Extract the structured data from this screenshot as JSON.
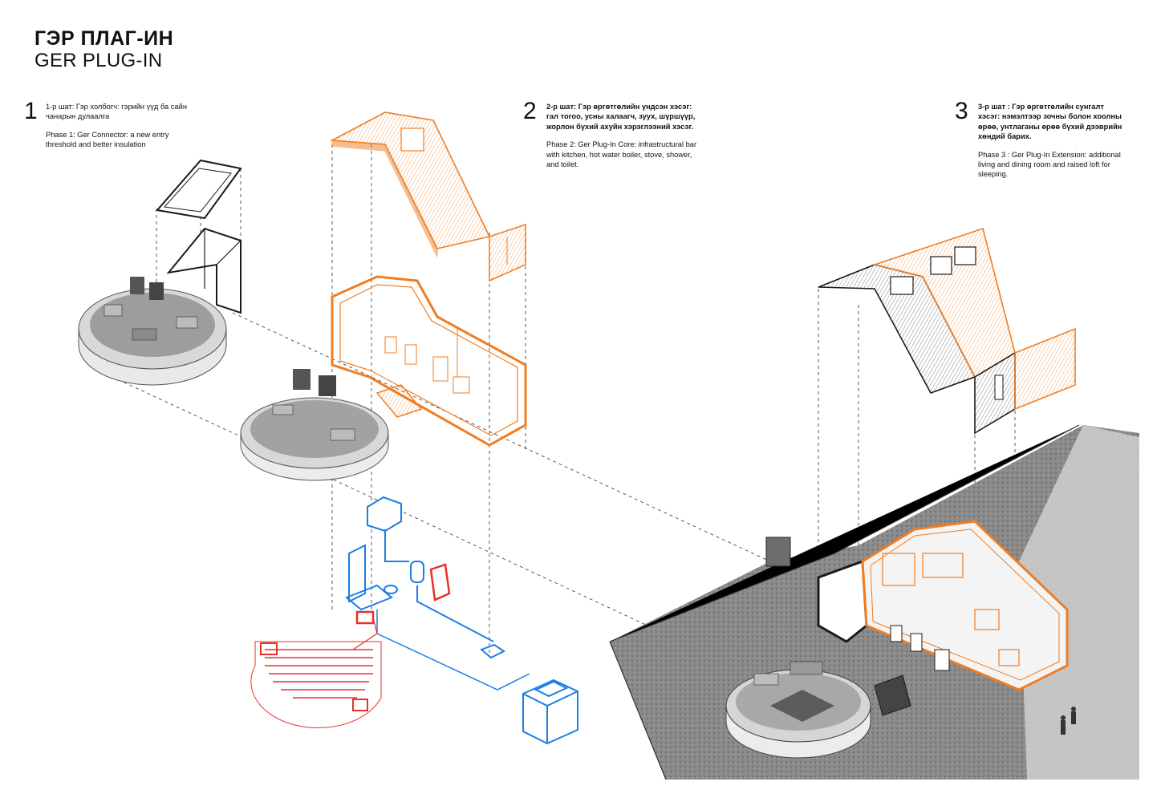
{
  "title": {
    "mn": "ГЭР ПЛАГ-ИН",
    "en": "GER PLUG-IN"
  },
  "phases": [
    {
      "number": "1",
      "text_mn": "1-р шат: Гэр холбогч: гэрийн үүд ба сайн чанарын дулаалга",
      "text_en": "Phase 1: Ger Connector: a new entry threshold and better insulation"
    },
    {
      "number": "2",
      "text_mn": "2-р шат: Гэр өргөтгөлийн үндсэн хэсэг: гал тогоо, усны халаагч, зуух, шүршүүр, жорлон бүхий ахуйн хэрэглээний хэсэг.",
      "text_en": "Phase 2: Ger Plug-In Core: infrastructural bar with kitchen, hot water boiler, stove, shower, and toilet."
    },
    {
      "number": "3",
      "text_mn": "3-р шат : Гэр өргөтгөлийн сунгалт хэсэг: нэмэлтээр зочны болон хоолны өрөө, унтлаганы өрөө бүхий дээврийн хөндий барих.",
      "text_en": "Phase 3 : Ger Plug-In Extension: additional living and dining room and raised loft for sleeping."
    }
  ],
  "colors": {
    "structure": "#f07d22",
    "plumbing": "#1a7fe6",
    "heating": "#e8302a",
    "outline": "#1a1a1a",
    "ground": "#6f6f6f"
  }
}
